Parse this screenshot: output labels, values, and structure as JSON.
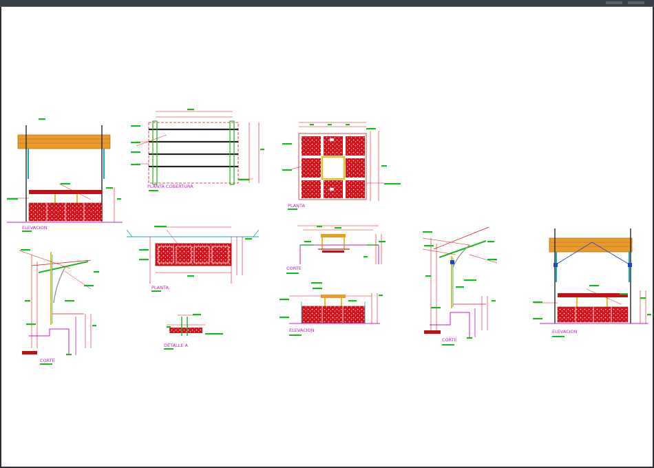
{
  "labels": {
    "elevacion_left": "ELEVACION",
    "planta_cobertura": "PLANTA COBERTURA",
    "planta_mid": "PLANTA",
    "planta_sq": "PLANTA",
    "corte_left": "CORTE",
    "detalle_a": "DETALLE A",
    "corte_mid": "CORTE",
    "elevacion_mid": "ELEVACION",
    "corte_right": "CORTE",
    "elevacion_right": "ELEVACION"
  },
  "colors": {
    "dimension": "#e8101a",
    "hatch": "#d4141c",
    "roof": "#e89a2a",
    "column": "#1aa8c8",
    "label": "#c21fc8",
    "tag": "#18b81e",
    "steel": "#1a1a1a"
  }
}
